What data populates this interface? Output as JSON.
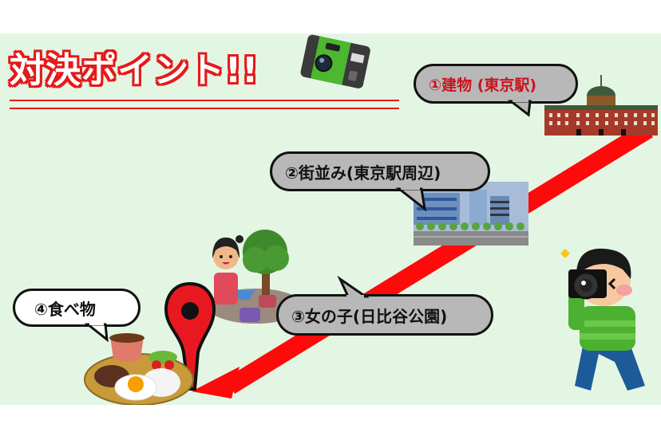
{
  "slide": {
    "title": "対決ポイント!!",
    "colors": {
      "background": "#e3f6e3",
      "title_fill": "#ffffff",
      "title_outline": "#e61919",
      "accent_red": "#e61919",
      "bubble_gray": "#b8b8b8",
      "bubble_white": "#ffffff",
      "point1_text": "#c8141e",
      "other_text": "#111111"
    },
    "points": [
      {
        "label": "①建物 (東京駅)",
        "style": "gray",
        "text_color": "#c8141e",
        "illustration": "tokyo-station-icon"
      },
      {
        "label": "②街並み(東京駅周辺)",
        "style": "gray",
        "text_color": "#111111",
        "illustration": "city-buildings-icon"
      },
      {
        "label": "③女の子(日比谷公園)",
        "style": "gray",
        "text_color": "#111111",
        "illustration": "girl-in-park-icon"
      },
      {
        "label": "④食べ物",
        "style": "white",
        "text_color": "#111111",
        "illustration": "food-plate-icon"
      }
    ],
    "decorations": [
      "disposable-camera-icon",
      "photographer-icon",
      "map-pin-icon",
      "route-arrow-icon"
    ]
  }
}
